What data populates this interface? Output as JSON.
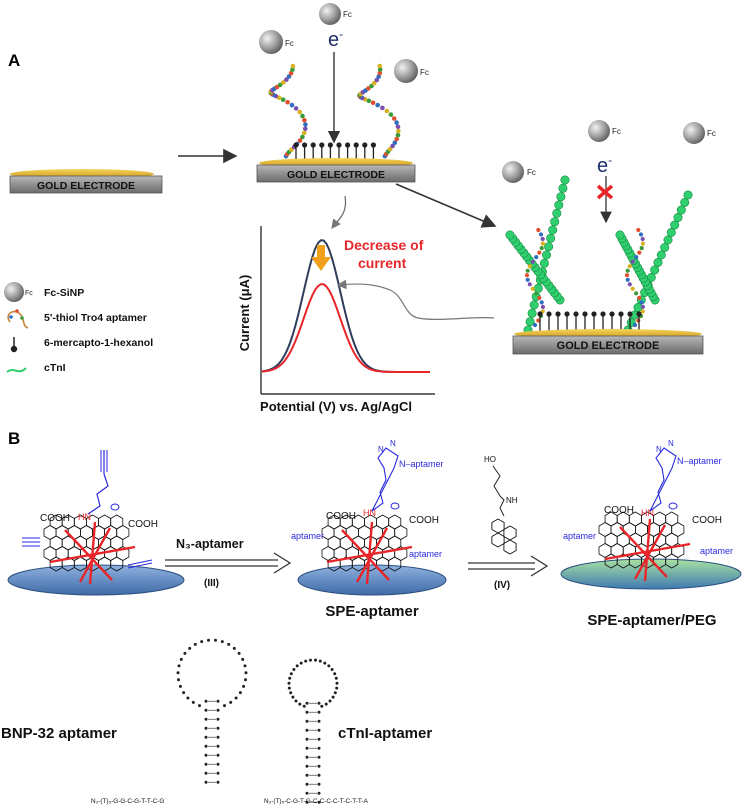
{
  "panel_a": {
    "label": "A",
    "electrode_label": "GOLD ELECTRODE",
    "fc": "Fc",
    "electron": "e",
    "electron_sup": "-",
    "plot": {
      "ylabel": "Current (μA)",
      "xlabel": "Potential (V) vs. Ag/AgCl",
      "annotation_line1": "Decrease of",
      "annotation_line2": "current",
      "colors": {
        "before": "#2f3d5c",
        "after": "#e8262a",
        "arrow": "#f0a01a"
      }
    },
    "legend": [
      {
        "icon": "sphere-icon",
        "label": "Fc-SiNP"
      },
      {
        "icon": "aptamer-icon",
        "label": "5'-thiol Tro4 aptamer"
      },
      {
        "icon": "pin-icon",
        "label": "6-mercapto-1-hexanol"
      },
      {
        "icon": "protein-icon",
        "label": "cTnI"
      }
    ]
  },
  "panel_b": {
    "label": "B",
    "cooh": "COOH",
    "hn": "HN",
    "ho": "HO",
    "nh": "NH",
    "aptamer": "aptamer",
    "n_aptamer": "N–aptamer",
    "triazole_n": "N",
    "step3_reagent": "N₃-aptamer",
    "step3_label": "(III)",
    "step4_label": "(IV)",
    "product1": "SPE-aptamer",
    "product2": "SPE-aptamer/PEG",
    "aptamer1_name": "BNP-32 aptamer",
    "aptamer2_name": "cTnI-aptamer",
    "aptamer1_seq": "N₃-(T)₅-G-G-C-G-T-T-C-G",
    "aptamer2_seq": "N₃-(T)₅-C-G-T-G-C-C-C-C-T-C-T-T-A",
    "colors": {
      "electrode": "#5b88c4",
      "peg": "#8fd08f",
      "blue_text": "#2a2ae0",
      "red": "#e8262a"
    }
  }
}
